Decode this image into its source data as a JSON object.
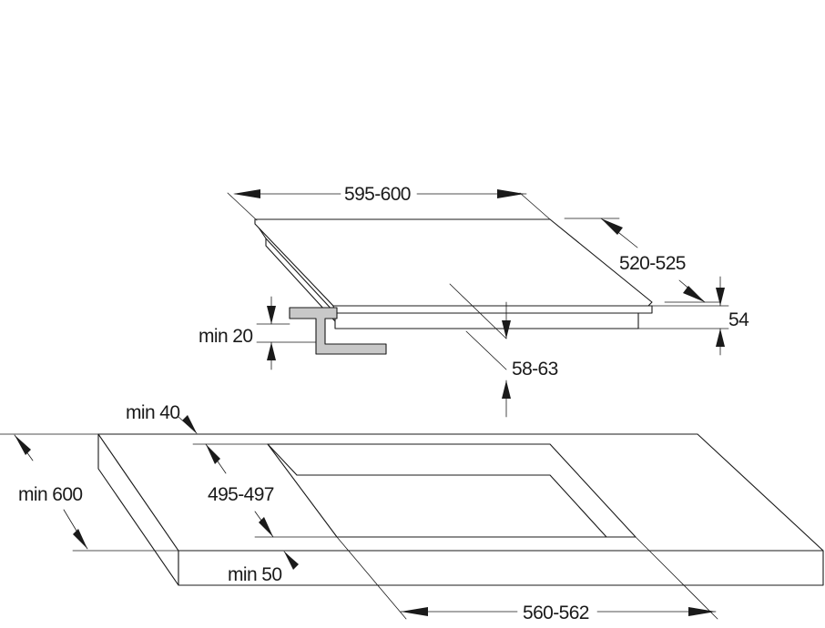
{
  "dimensions": {
    "hob_width": "595-600",
    "hob_depth": "520-525",
    "hob_height": "54",
    "frame_min": "min 20",
    "cutout_depth_below": "58-63",
    "front_min": "min 40",
    "worktop_depth": "min 600",
    "cutout_depth": "495-497",
    "back_min": "min 50",
    "cutout_width": "560-562"
  }
}
